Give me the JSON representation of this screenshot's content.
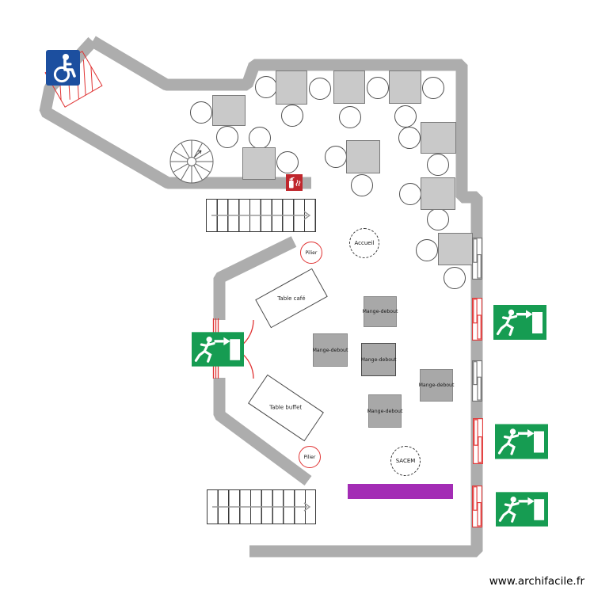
{
  "watermark": "www.archifacile.fr",
  "zones": {
    "accueil": "Accueil",
    "sacem": "SACEM",
    "pilier": "Pilier"
  },
  "furniture": {
    "table_cafe": "Table café",
    "table_buffet": "Table buffet",
    "mange_debout": [
      "Mange-debout",
      "Mange-debout",
      "Mange-debout",
      "Mange-debout",
      "Mange-debout"
    ]
  },
  "icons": {
    "accessible": "wheelchair-icon",
    "fire_extinguisher": "fire-extinguisher-icon",
    "emergency_exit": "exit-running-man-icon",
    "stairs": "stairs-icon",
    "spiral_staircase": "spiral-staircase-icon",
    "sliding_door": "sliding-door-icon",
    "sliding_window": "sliding-window-icon",
    "door_swing": "door-swing-arc-icon"
  },
  "colors": {
    "wall": "#adadad",
    "table-fill": "#c9c9c9",
    "table-border": "#7a7a7a",
    "standing-table-fill": "#a8a8a8",
    "exit-green": "#169c52",
    "accessible-blue": "#1c4f9f",
    "fire-red": "#c0272d",
    "door-red": "#e03333",
    "stage-purple": "#a32cb5"
  }
}
